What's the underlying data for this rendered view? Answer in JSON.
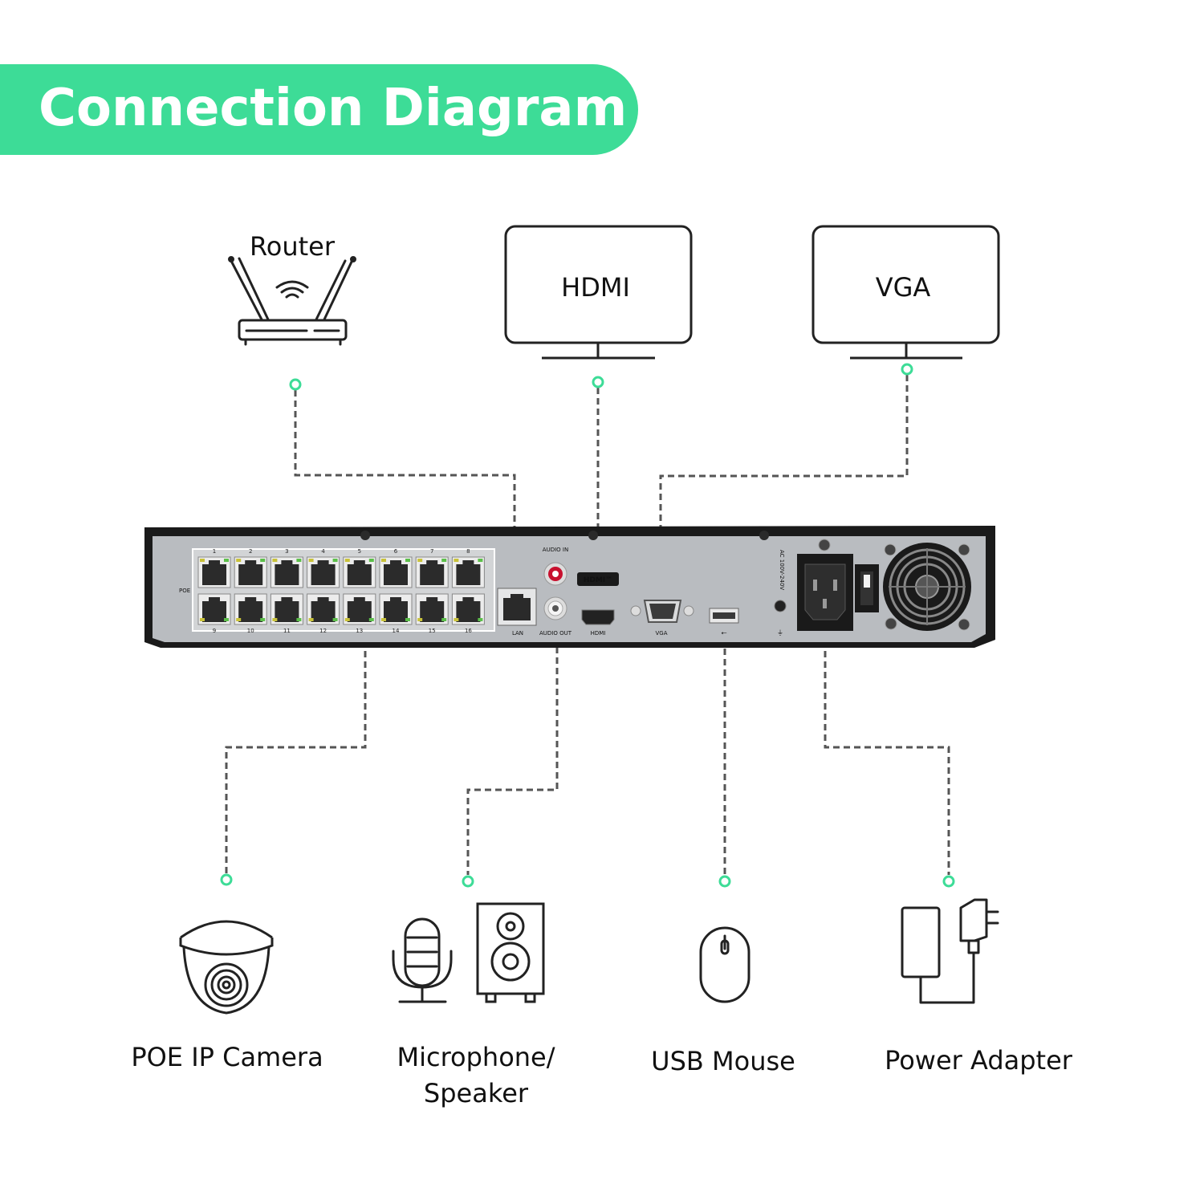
{
  "banner": {
    "title": "Connection Diagram",
    "color": "#3ddc97"
  },
  "devices": {
    "router": "Router",
    "hdmi_monitor": "HDMI",
    "vga_monitor": "VGA",
    "camera": "POE IP Camera",
    "audio_line1": "Microphone/",
    "audio_line2": "Speaker",
    "mouse": "USB Mouse",
    "power": "Power Adapter"
  },
  "nvr_labels": {
    "poe": "POE",
    "audio_in": "AUDIO IN",
    "audio_out": "AUDIO OUT",
    "lan": "LAN",
    "hdmi": "HDMI",
    "hdmi_logo": "HDMI™",
    "vga": "VGA",
    "ac": "AC 100V-240V",
    "usb_symbol": "⭠",
    "port_numbers_top": [
      "1",
      "2",
      "3",
      "4",
      "5",
      "6",
      "7",
      "8"
    ],
    "port_numbers_bottom": [
      "9",
      "10",
      "11",
      "12",
      "13",
      "14",
      "15",
      "16"
    ]
  },
  "colors": {
    "connector_dot": "#3ddc97",
    "dashed_line": "#555555",
    "chassis": "#1a1a1a",
    "panel": "#b9bcc0"
  }
}
